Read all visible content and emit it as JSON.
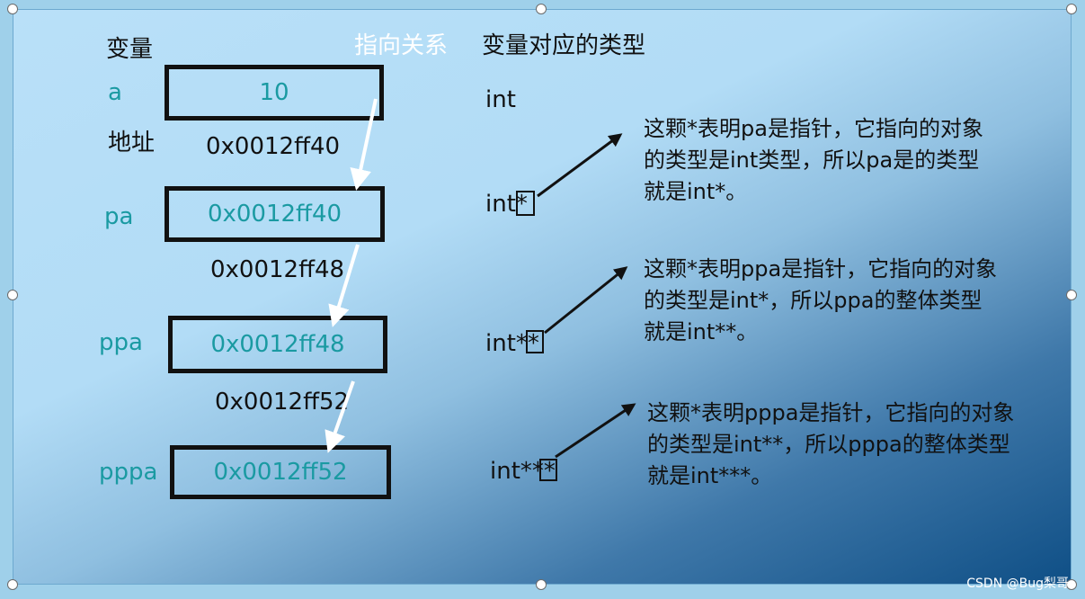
{
  "headers": {
    "variable": "变量",
    "pointing": "指向关系",
    "type": "变量对应的类型",
    "address": "地址"
  },
  "rows": [
    {
      "name": "a",
      "value": "10",
      "type": "int"
    },
    {
      "name": "pa",
      "value": "0x0012ff40",
      "type": "int*"
    },
    {
      "name": "ppa",
      "value": "0x0012ff48",
      "type": "int**"
    },
    {
      "name": "pppa",
      "value": "0x0012ff52",
      "type": "int***"
    }
  ],
  "addresses": [
    "0x0012ff40",
    "0x0012ff48",
    "0x0012ff52"
  ],
  "descriptions": [
    [
      "这颗*表明pa是指针，它指向的对象",
      "的类型是int类型，所以pa是的类型",
      "就是int*。"
    ],
    [
      "这颗*表明ppa是指针，它指向的对象",
      "的类型是int*，所以ppa的整体类型",
      "就是int**。"
    ],
    [
      "这颗*表明pppa是指针，它指向的对象",
      "的类型是int**，所以pppa的整体类型",
      "就是int***。"
    ]
  ],
  "colors": {
    "name_teal": "#1a9aa2",
    "pointer_arrow": "#ffffff",
    "explain_arrow": "#111111"
  },
  "watermark": "CSDN @Bug梨哥"
}
